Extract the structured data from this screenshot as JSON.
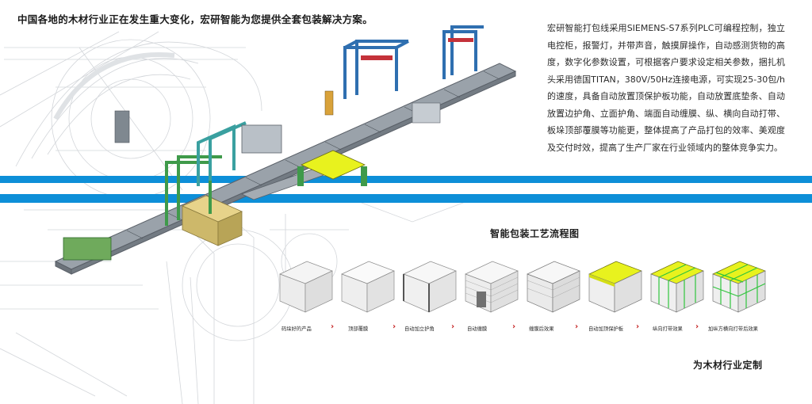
{
  "headline": "中国各地的木材行业正在发生重大变化，宏研智能为您提供全套包装解决方案。",
  "description": "宏研智能打包线采用SIEMENS-S7系列PLC可编程控制，独立电控柜，报警灯，并带声音，触摸屏操作，自动感测货物的高度，数字化参数设置，可根据客户要求设定相关参数，捆扎机头采用德国TITAN，380V/50Hz连接电源，可实现25-30包/h的速度，具备自动放置顶保护板功能，自动放置底垫条、自动放置边护角、立面护角、端面自动缠膜、纵、横向自动打带、板垛顶部覆膜等功能更，整体提高了产品打包的效率、美观度及交付时效，提高了生产厂家在行业领域内的整体竞争实力。",
  "flow": {
    "title": "智能包装工艺流程图",
    "steps": [
      {
        "label": "码垛好的产品",
        "style": "plain"
      },
      {
        "label": "顶部覆膜",
        "style": "plain"
      },
      {
        "label": "自动加立护角",
        "style": "corner"
      },
      {
        "label": "自动缠膜",
        "style": "wrap"
      },
      {
        "label": "缠膜后效果",
        "style": "wrapped"
      },
      {
        "label": "自动加顶保护板",
        "style": "top"
      },
      {
        "label": "纵向打带效果",
        "style": "strap"
      },
      {
        "label": "加纵方横向打带后效果",
        "style": "strap2"
      }
    ]
  },
  "slogan": "为木材行业定制",
  "colors": {
    "band": "#0d8fd8",
    "arrow": "#c41d1d",
    "topboard": "#e8f21e",
    "strap": "#2fc43c",
    "frame_blue": "#2f6fb0",
    "frame_green": "#3f9a4a",
    "frame_teal": "#3aa0a0"
  }
}
